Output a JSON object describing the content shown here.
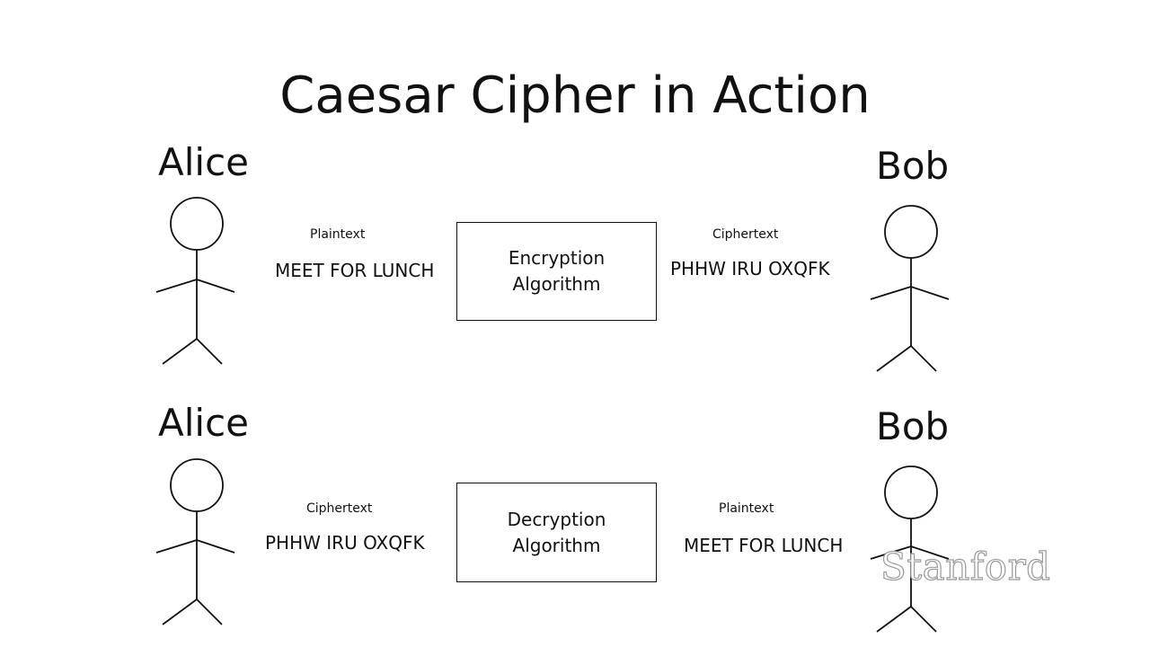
{
  "title": "Caesar Cipher in Action",
  "rows": [
    {
      "left_name": "Alice",
      "right_name": "Bob",
      "left_caption": "Plaintext",
      "left_message": "MEET FOR LUNCH",
      "box_line1": "Encryption",
      "box_line2": "Algorithm",
      "right_caption": "Ciphertext",
      "right_message": "PHHW IRU OXQFK"
    },
    {
      "left_name": "Alice",
      "right_name": "Bob",
      "left_caption": "Ciphertext",
      "left_message": "PHHW IRU OXQFK",
      "box_line1": "Decryption",
      "box_line2": "Algorithm",
      "right_caption": "Plaintext",
      "right_message": "MEET FOR LUNCH"
    }
  ],
  "watermark": "Stanford"
}
